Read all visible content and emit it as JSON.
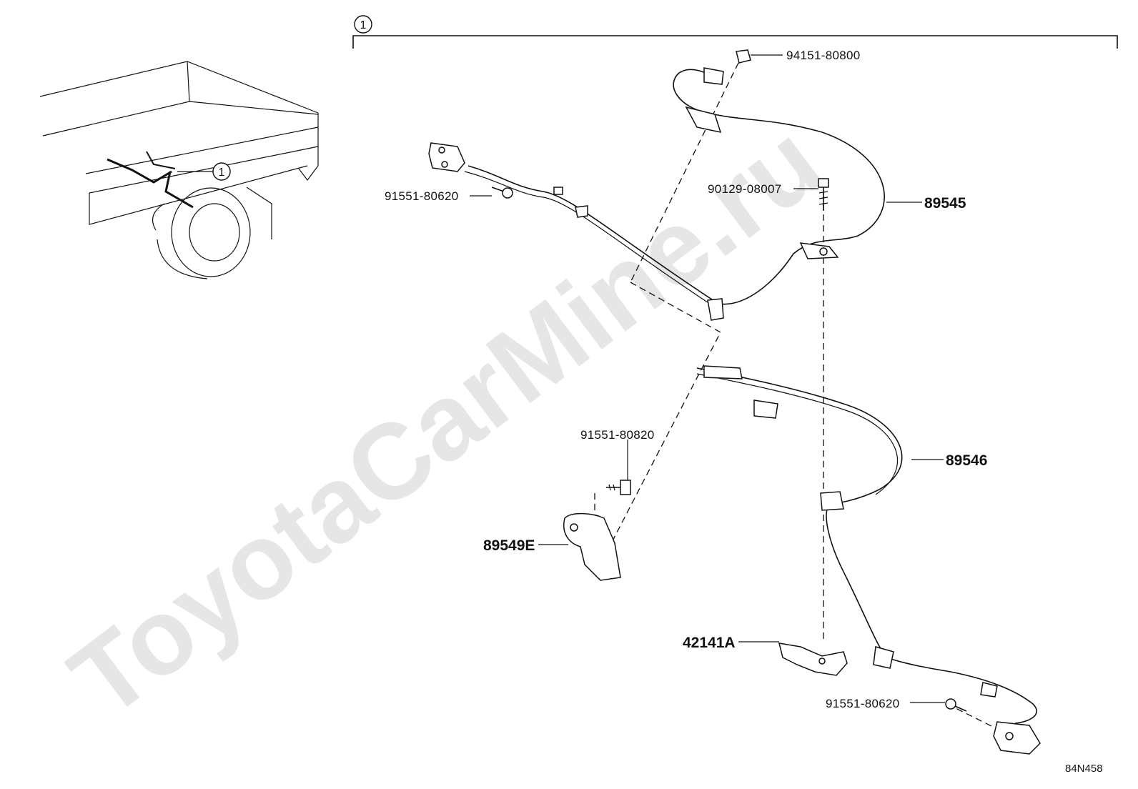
{
  "diagram": {
    "watermark": "ToyotaCarMine.ru",
    "group_marker": "1",
    "inset_marker": "1",
    "labels": {
      "p94151": "94151-80800",
      "p90129": "90129-08007",
      "p89545": "89545",
      "p91551_620_top": "91551-80620",
      "p91551_820": "91551-80820",
      "p89546": "89546",
      "p89549E": "89549E",
      "p42141A": "42141A",
      "p91551_620_bottom": "91551-80620"
    },
    "diagram_code": "84N458"
  }
}
